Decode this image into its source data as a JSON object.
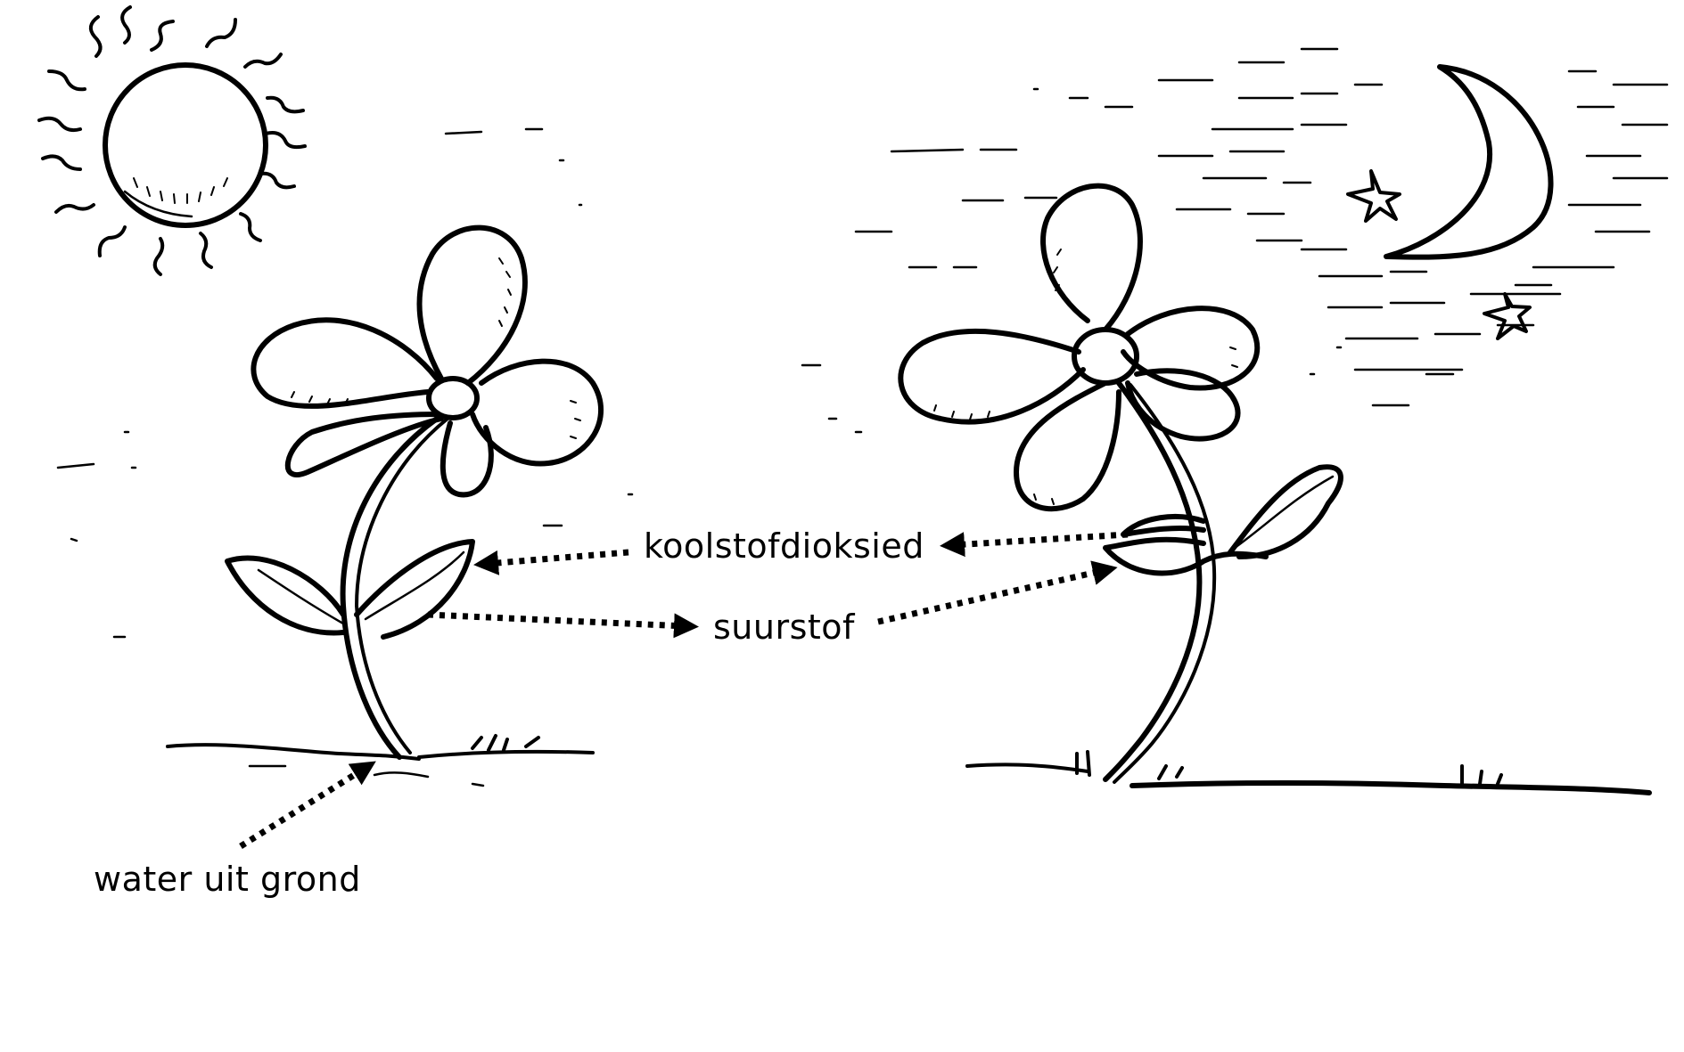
{
  "diagram": {
    "labels": {
      "co2": "koolstofdioksied",
      "oxygen": "suurstof",
      "water": "water uit grond"
    },
    "icons": [
      "sun-icon",
      "moon-icon",
      "star-icon"
    ],
    "colors": {
      "ink": "#000000",
      "background": "#ffffff"
    }
  }
}
